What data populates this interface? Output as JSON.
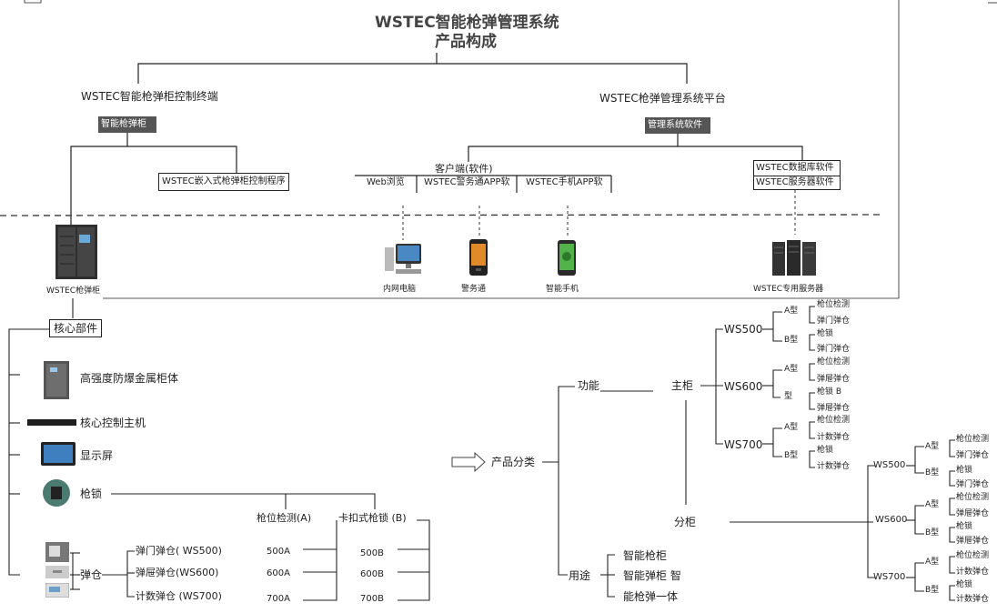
{
  "title": {
    "line1": "WSTEC智能枪弹管理系统",
    "line2": "产品构成"
  },
  "top": {
    "terminal_heading": "WSTEC智能枪弹柜控制终端",
    "terminal_tag": "智能枪弹柜",
    "embedded_program": "WSTEC嵌入式枪弹柜控制程序",
    "platform_heading": "WSTEC枪弹管理系统平台",
    "platform_tag": "管理系统软件",
    "client_label": "客户端(软件)",
    "clients": [
      "Web浏览",
      "WSTEC警务通APP软",
      "WSTEC手机APP软"
    ],
    "servers": [
      "WSTEC数据库软件",
      "WSTEC服务器软件"
    ]
  },
  "devices": {
    "cabinet": "WSTEC枪弹柜",
    "pc": "内网电脑",
    "police_phone": "警务通",
    "smartphone": "智能手机",
    "server": "WSTEC专用服务器"
  },
  "core": {
    "title": "核心部件",
    "items": [
      "高强度防爆金属柜体",
      "核心控制主机",
      "显示屏",
      "枪锁"
    ],
    "ammo_label": "弹仓",
    "ammo_types": [
      "弹门弹仓( WS500)",
      "弹屉弹仓(WS600)",
      "计数弹仓 (WS700)"
    ],
    "col_a_header": "枪位检测(A)",
    "col_b_header": "卡扣式枪锁 (B)",
    "col_a": [
      "500A",
      "600A",
      "700A"
    ],
    "col_b": [
      "500B",
      "600B",
      "700B"
    ]
  },
  "classification": {
    "root": "产品分类",
    "function": "功能",
    "usage": "用途",
    "main": "主柜",
    "sub": "分柜",
    "usages": [
      "智能枪柜",
      "智能弹柜 智",
      "能枪弹一体"
    ],
    "main_models": [
      {
        "model": "WS500",
        "a": "A型",
        "b": "B型",
        "a_items": [
          "枪位检测",
          "弹门弹仓"
        ],
        "b_items": [
          "枪锁",
          "弹门弹仓"
        ]
      },
      {
        "model": "WS600",
        "a": "A型",
        "b": "型",
        "a_items": [
          "枪位检测",
          "弹屉弹仓"
        ],
        "b_items": [
          "枪锁 B",
          "弹屉弹仓"
        ]
      },
      {
        "model": "WS700",
        "a": "A型",
        "b": "B型",
        "a_items": [
          "枪位检测",
          "计数弹仓"
        ],
        "b_items": [
          "枪锁",
          "计数弹仓"
        ]
      }
    ],
    "sub_models": [
      {
        "model": "WS500",
        "a": "A型",
        "b": "B型",
        "a_items": [
          "枪位检测",
          "弹门弹仓"
        ],
        "b_items": [
          "枪锁",
          "弹门弹仓"
        ]
      },
      {
        "model": "WS600",
        "a": "A型",
        "b": "B型",
        "a_items": [
          "枪位检测",
          "弹屉弹仓"
        ],
        "b_items": [
          "枪锁",
          "弹屉弹仓"
        ]
      },
      {
        "model": "WS700",
        "a": "A型",
        "b": "B型",
        "a_items": [
          "枪位检测",
          "计数弹仓"
        ],
        "b_items": [
          "枪锁",
          "计数弹仓"
        ]
      }
    ]
  },
  "colors": {
    "line": "#222222",
    "tag_bg": "#555555",
    "device_dark": "#3a3a3a"
  }
}
